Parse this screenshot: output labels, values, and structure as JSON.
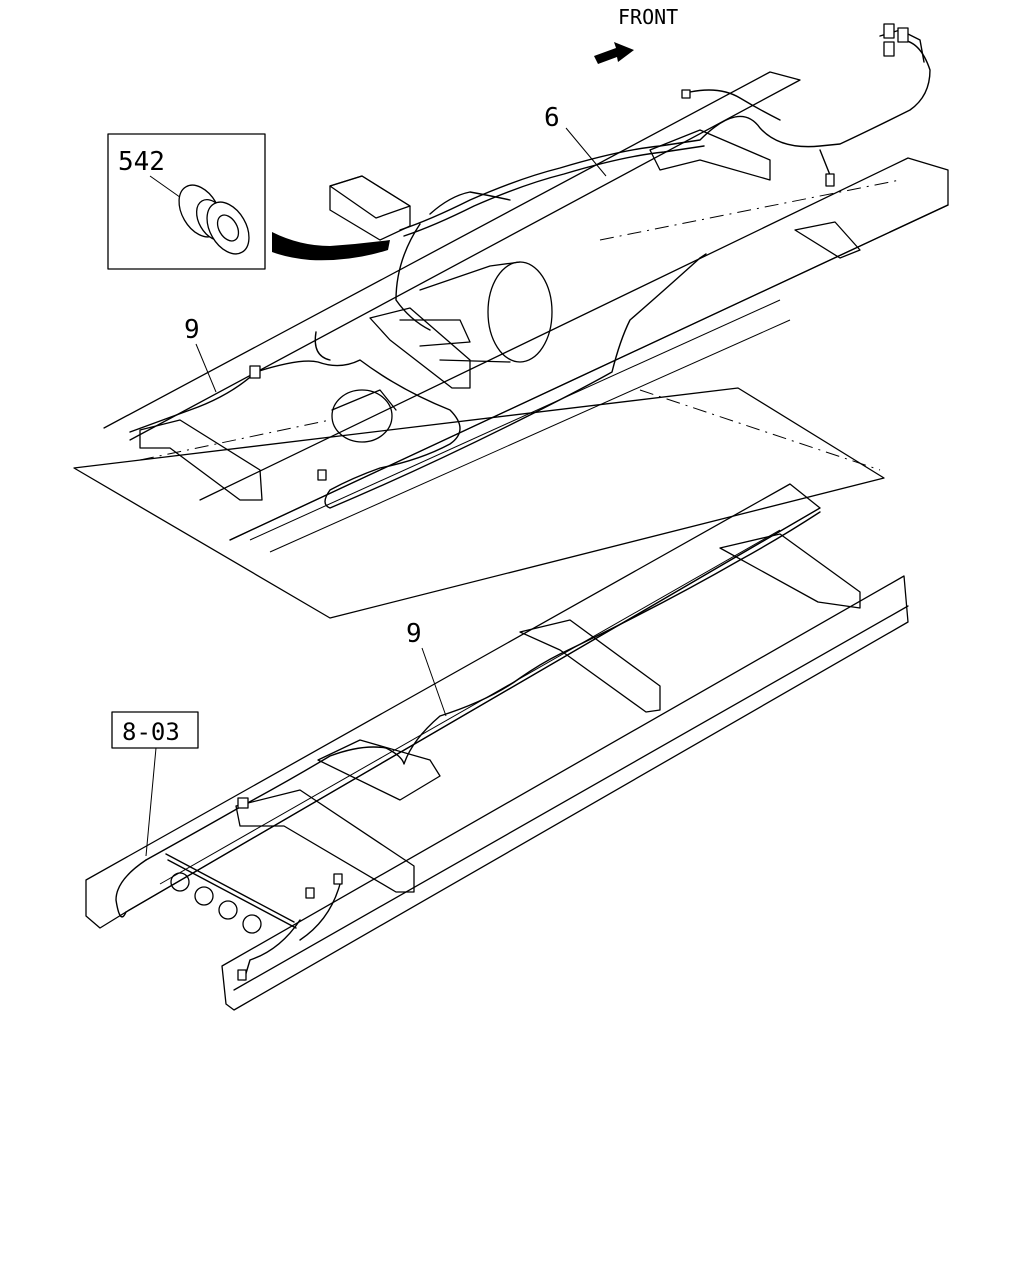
{
  "orientation_label": "FRONT",
  "callouts": {
    "grommet_part": "542",
    "harness_front": "6",
    "harness_mid_upper": "9",
    "harness_mid_lower": "9",
    "section_ref": "8-03"
  },
  "icons": {
    "front_arrow": "arrow-right-icon",
    "grommet": "grommet-icon"
  },
  "colors": {
    "line": "#000000",
    "background": "#ffffff"
  }
}
